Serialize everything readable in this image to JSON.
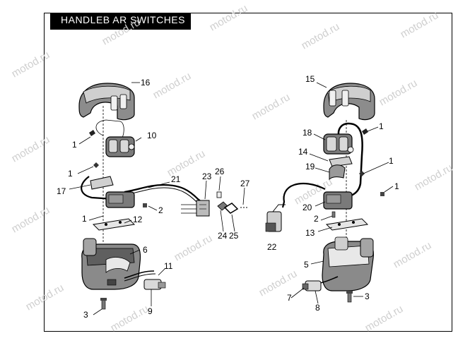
{
  "title": "HANDLEB AR SWITCHES",
  "watermark": "motod.ru",
  "callouts": {
    "c16": "16",
    "c10": "10",
    "c1a": "1",
    "c1b": "1",
    "c17": "17",
    "c21": "21",
    "c23": "23",
    "c26": "26",
    "c27": "27",
    "c1c": "1",
    "c2a": "2",
    "c12": "12",
    "c24": "24",
    "c25": "25",
    "c6": "6",
    "c11": "11",
    "c3a": "3",
    "c9": "9",
    "c15": "15",
    "c1d": "1",
    "c18": "18",
    "c14": "14",
    "c19": "19",
    "c1e": "1",
    "c1f": "1",
    "c20": "20",
    "c2b": "2",
    "c13": "13",
    "c22": "22",
    "c5": "5",
    "c7": "7",
    "c8": "8",
    "c3b": "3"
  }
}
